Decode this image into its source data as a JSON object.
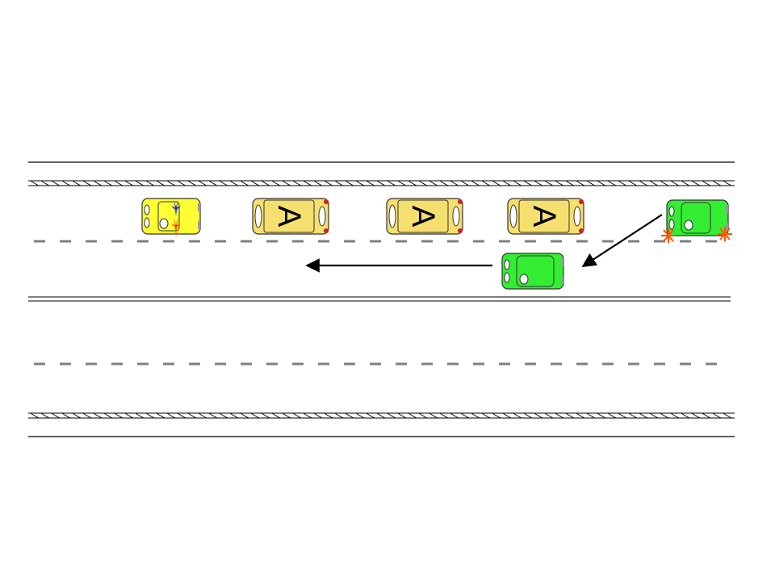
{
  "colors": {
    "background": "#ffffff",
    "road_line": "#000000",
    "dash": "#808080",
    "median": "#7f7f7f",
    "arrow": "#000000",
    "tow_truck_body": "#f5df6e",
    "tow_truck_accent": "#cc2222",
    "yellow_car_body": "#ffff33",
    "green_car_body": "#33ee33",
    "car_outline": "#333333",
    "flash_blue": "#2233dd",
    "flash_orange": "#ff5500"
  },
  "vehicles": [
    {
      "kind": "yellow-car",
      "icon": "car-icon",
      "label": ""
    },
    {
      "kind": "tow-truck",
      "icon": "tow-truck-icon",
      "label": "A"
    },
    {
      "kind": "tow-truck",
      "icon": "tow-truck-icon",
      "label": "A"
    },
    {
      "kind": "tow-truck",
      "icon": "tow-truck-icon",
      "label": "A"
    },
    {
      "kind": "green-car",
      "icon": "car-icon",
      "label": ""
    },
    {
      "kind": "green-car",
      "icon": "car-icon",
      "label": ""
    }
  ],
  "arrows": [
    {
      "icon": "arrow-left-icon"
    },
    {
      "icon": "arrow-diagonal-icon"
    }
  ],
  "markers": [
    {
      "icon": "hazard-star-icon",
      "color": "#ff5500"
    },
    {
      "icon": "hazard-star-icon",
      "color": "#ff5500"
    }
  ]
}
